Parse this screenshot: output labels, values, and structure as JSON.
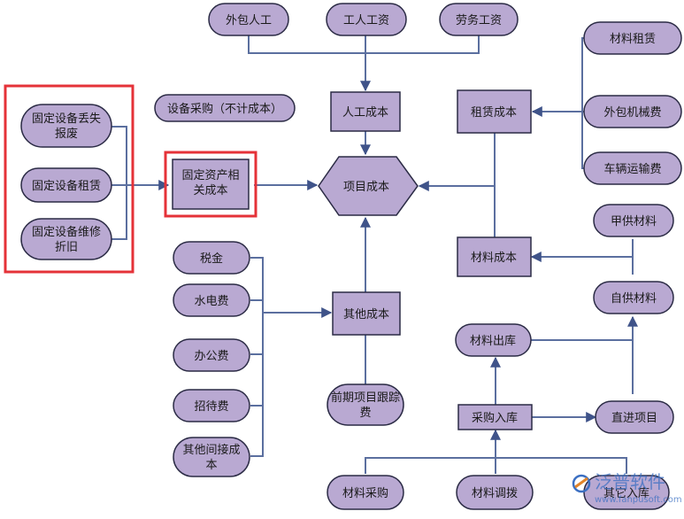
{
  "nodes": {
    "waibao_rengong": "外包人工",
    "gongren_gongzi": "工人工资",
    "laowu_gongzi": "劳务工资",
    "rengong_chengben": "人工成本",
    "zulin_chengben": "租赁成本",
    "cailiao_zulin": "材料租赁",
    "waibao_jixie": "外包机械费",
    "cheliang_yunshu": "车辆运输费",
    "shebei_caigou": "设备采购（不计成本）",
    "gudingshebei_diushi": "固定设备丢失报废",
    "gudingshebei_zulin": "固定设备租赁",
    "gudingshebei_weixiu": "固定设备维修折旧",
    "gudingzichan": "固定资产相关成本",
    "xiangmu_chengben": "项目成本",
    "jiagong_cailiao": "甲供材料",
    "cailiao_chengben": "材料成本",
    "zigong_cailiao": "自供材料",
    "shuijin": "税金",
    "shuidian": "水电费",
    "bangong": "办公费",
    "zhaodai": "招待费",
    "qita_jianjie": "其他间接成本",
    "qita_chengben": "其他成本",
    "qianqi_genzong": "前期项目跟踪费",
    "cailiao_chuku": "材料出库",
    "caigou_ruku": "采购入库",
    "zhijin_xiangmu": "直进项目",
    "cailiao_caigou": "材料采购",
    "cailiao_diaobo": "材料调拨",
    "qita_rukou": "其它入库"
  },
  "watermark": {
    "brand": "泛普软件",
    "url": "www.fanpusoft.com"
  },
  "colors": {
    "fill": "#b9a9d2",
    "stroke": "#2b2b45",
    "line": "#5b6f9f",
    "highlight": "#e53238"
  }
}
